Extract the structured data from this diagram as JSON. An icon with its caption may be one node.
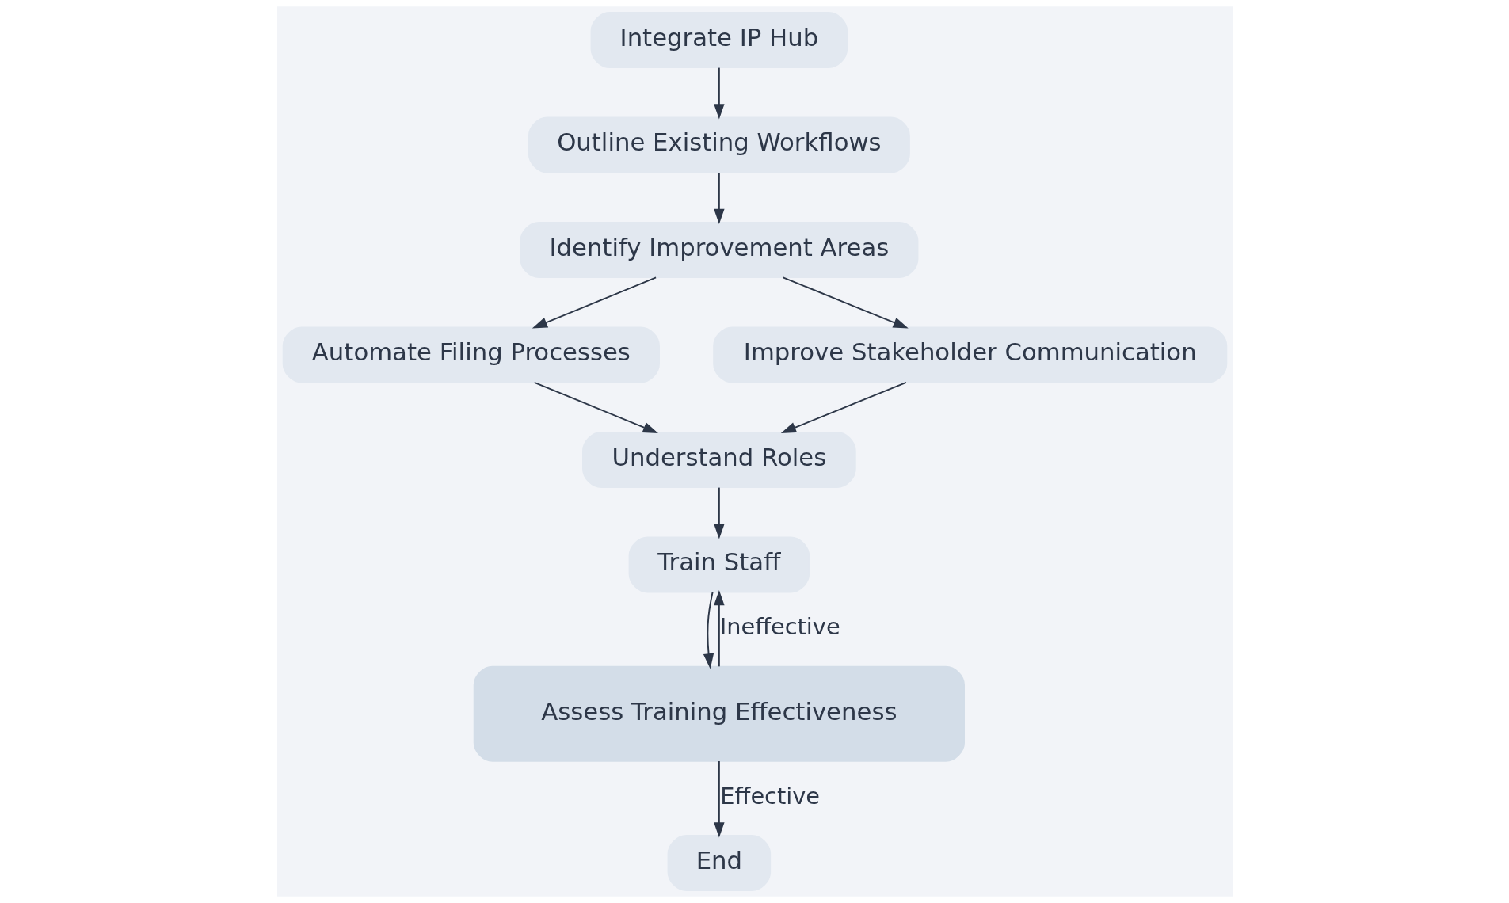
{
  "diagram": {
    "nodes": [
      {
        "text": [
          "Integrate IP Hub"
        ]
      },
      {
        "text": [
          "Outline Existing Workflows"
        ]
      },
      {
        "text": [
          "Identify Improvement Areas"
        ]
      },
      {
        "text": [
          "Automate Filing Processes"
        ]
      },
      {
        "text": [
          "Improve Stakeholder Communication"
        ]
      },
      {
        "text": [
          "Understand Roles"
        ]
      },
      {
        "text": [
          "Train Staff"
        ]
      },
      {
        "text": [
          "Assess Training Effectiveness"
        ]
      },
      {
        "text": [
          "End"
        ]
      }
    ],
    "edges": [
      {
        "from": 0,
        "to": 1,
        "arrow": "to"
      },
      {
        "from": 1,
        "to": 2,
        "arrow": "to"
      },
      {
        "from": 2,
        "to": 3,
        "arrow": "to"
      },
      {
        "from": 2,
        "to": 4,
        "arrow": "to"
      },
      {
        "from": 3,
        "to": 5,
        "arrow": "to"
      },
      {
        "from": 4,
        "to": 5,
        "arrow": "to"
      },
      {
        "from": 5,
        "to": 6,
        "arrow": "to"
      },
      {
        "from": 6,
        "to": 7,
        "arrow": "to"
      },
      {
        "from": 7,
        "to": 6,
        "label": "Ineffective",
        "arrow": "to"
      },
      {
        "from": 7,
        "to": 8,
        "label": "Effective",
        "arrow": "to"
      }
    ]
  }
}
